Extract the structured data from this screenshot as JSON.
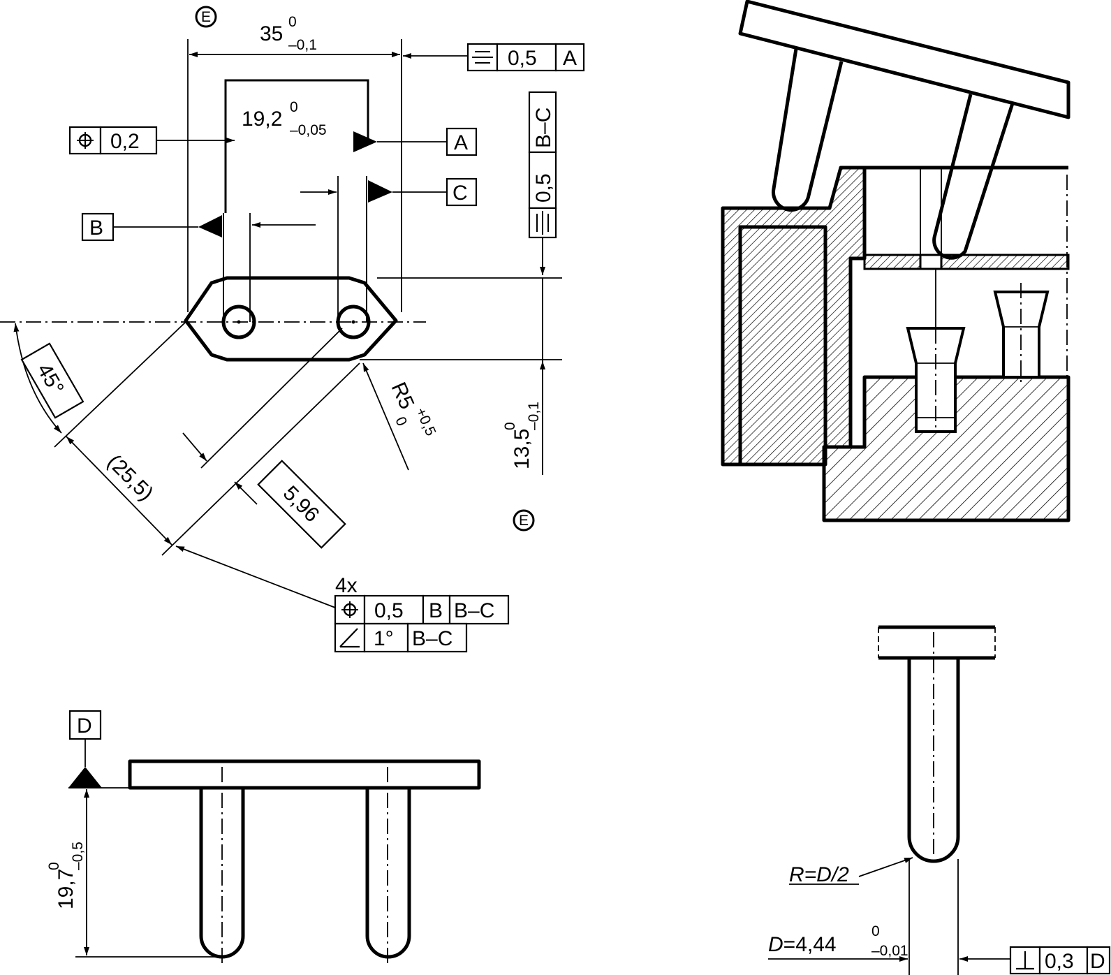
{
  "top_view": {
    "section_mark_top": "E",
    "section_mark_bottom": "E",
    "dim_width": {
      "base": "35",
      "up": "0",
      "low": "–0,1"
    },
    "dim_pin_spacing": {
      "base": "19,2",
      "up": "0",
      "low": "–0,05"
    },
    "dim_height": {
      "base": "13,5",
      "up": "0",
      "low": "–0,1"
    },
    "dim_radius": {
      "base": "R5",
      "up": "+0,5",
      "low": "0"
    },
    "dim_angle": "45°",
    "dim_ref": "(25,5)",
    "dim_pin_offset": "5,96",
    "fcf_symmetry_a": {
      "symbol": "symmetry",
      "tol": "0,5",
      "datum": "A"
    },
    "fcf_symmetry_bc": {
      "symbol": "symmetry",
      "tol": "0,5",
      "datum": "B–C"
    },
    "fcf_position": {
      "symbol": "position",
      "tol": "0,2"
    },
    "datum_a": "A",
    "datum_b": "B",
    "datum_c": "C",
    "fcf_multi": {
      "count": "4x",
      "row1": {
        "symbol": "position",
        "tol": "0,5",
        "datum1": "B",
        "datum2": "B–C"
      },
      "row2": {
        "symbol": "angularity",
        "tol": "1°",
        "datum": "B–C"
      }
    }
  },
  "side_view": {
    "datum_d": "D",
    "dim_height": {
      "base": "19,7",
      "up": "0",
      "low": "–0,5"
    }
  },
  "pin_detail": {
    "radius_note": "R=D/2",
    "diameter": {
      "prefix": "D",
      "base": "=4,44",
      "up": "0",
      "low": "–0,01"
    },
    "fcf_perp": {
      "symbol": "perpendicularity",
      "tol": "0,3",
      "datum": "D"
    }
  }
}
